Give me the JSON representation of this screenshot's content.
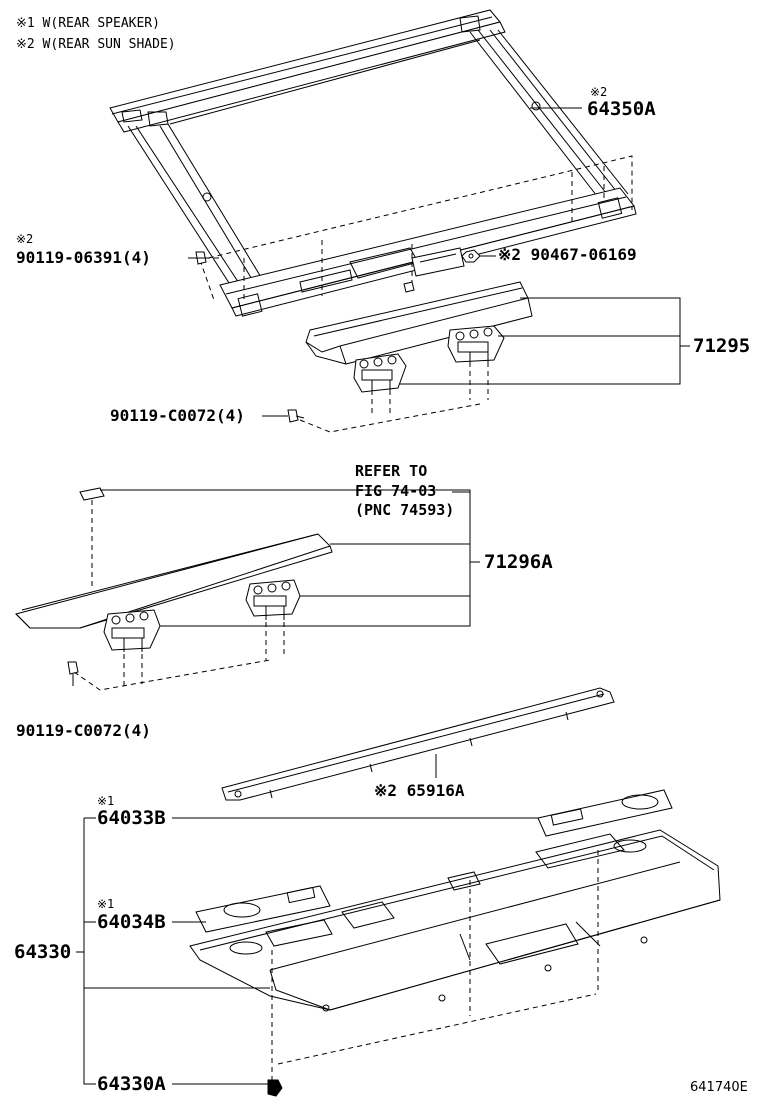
{
  "notes": {
    "n1": "※1  W(REAR SPEAKER)",
    "n2": "※2  W(REAR SUN SHADE)"
  },
  "marks": {
    "m64350A": "※2",
    "m90119_06391": "※2",
    "m64033B": "※1",
    "m64034B": "※1"
  },
  "parts": {
    "p64350A": "64350A",
    "p90119_06391": "90119-06391(4)",
    "p90467_06169": "※2 90467-06169",
    "p71295": "71295",
    "p90119_C0072_a": "90119-C0072(4)",
    "p71296A": "71296A",
    "p90119_C0072_b": "90119-C0072(4)",
    "p65916A": "※2 65916A",
    "p64033B": "64033B",
    "p64034B": "64034B",
    "p64330": "64330",
    "p64330A": "64330A"
  },
  "refer": {
    "line1": "REFER TO",
    "line2": "FIG 74-03",
    "line3": "(PNC 74593)"
  },
  "figure_code": "641740E"
}
